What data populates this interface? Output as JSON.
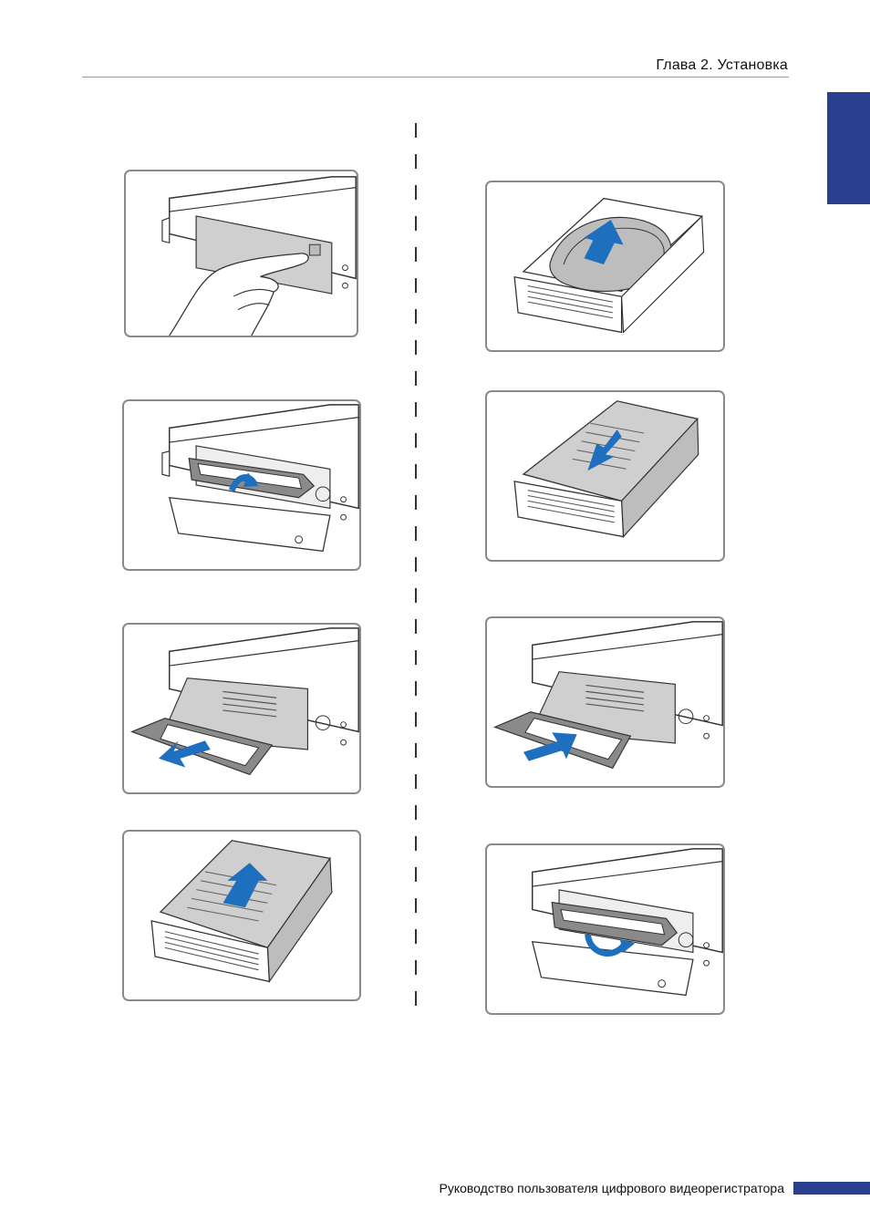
{
  "header": {
    "chapter_title": "Глава 2. Установка",
    "tab_color": "#2b3f8f"
  },
  "footer": {
    "manual_title": "Руководство пользователя цифрового видеорегистратора"
  },
  "illustrations": {
    "left": [
      "press-door-button",
      "lift-tray-handle",
      "pull-tray-out",
      "slide-tray-cover"
    ],
    "right": [
      "insert-hard-drive",
      "close-tray-cover",
      "push-tray-in",
      "lower-tray-handle"
    ],
    "arrow_color": "#1f6fbf"
  }
}
